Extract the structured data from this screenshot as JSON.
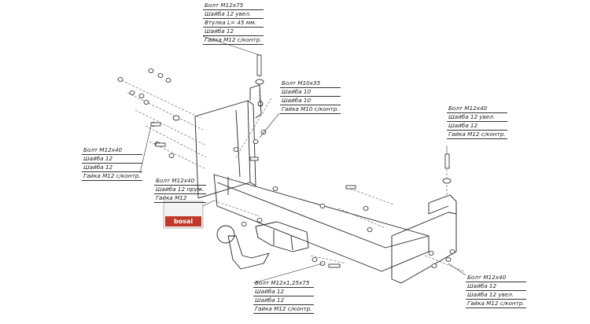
{
  "callouts": {
    "top": {
      "lines": [
        "Болт M12x75",
        "Шайба 12 увел.",
        "Втулка L= 45 мм.",
        "Шайба 12",
        "Гайка M12 с/контр."
      ]
    },
    "mid": {
      "lines": [
        "Болт M10x35",
        "Шайба 10",
        "Шайба 10",
        "Гайка M10 с/контр."
      ]
    },
    "right": {
      "lines": [
        "Болт M12x40",
        "Шайба 12 увел.",
        "Шайба 12",
        "Гайка M12 с/контр."
      ]
    },
    "left1": {
      "lines": [
        "Болт M12x40",
        "Шайба 12",
        "Шайба 12",
        "Гайка M12 с/контр."
      ]
    },
    "left2": {
      "lines": [
        "Болт M12x40",
        "Шайба 12 пруж.",
        "Гайка M12"
      ]
    },
    "bottom": {
      "lines": [
        "Болт M12x1,25x75",
        "Шайба 12",
        "Шайба 12",
        "Гайка M12 с/контр."
      ]
    },
    "bottomright": {
      "lines": [
        "Болт M12x40",
        "Шайба 12",
        "Шайба 12 увел.",
        "Гайка M12 с/контр."
      ]
    }
  },
  "brand": {
    "text": "bosal",
    "color": "#c0392b"
  },
  "colors": {
    "line": "#222222",
    "dash": "#555555"
  }
}
